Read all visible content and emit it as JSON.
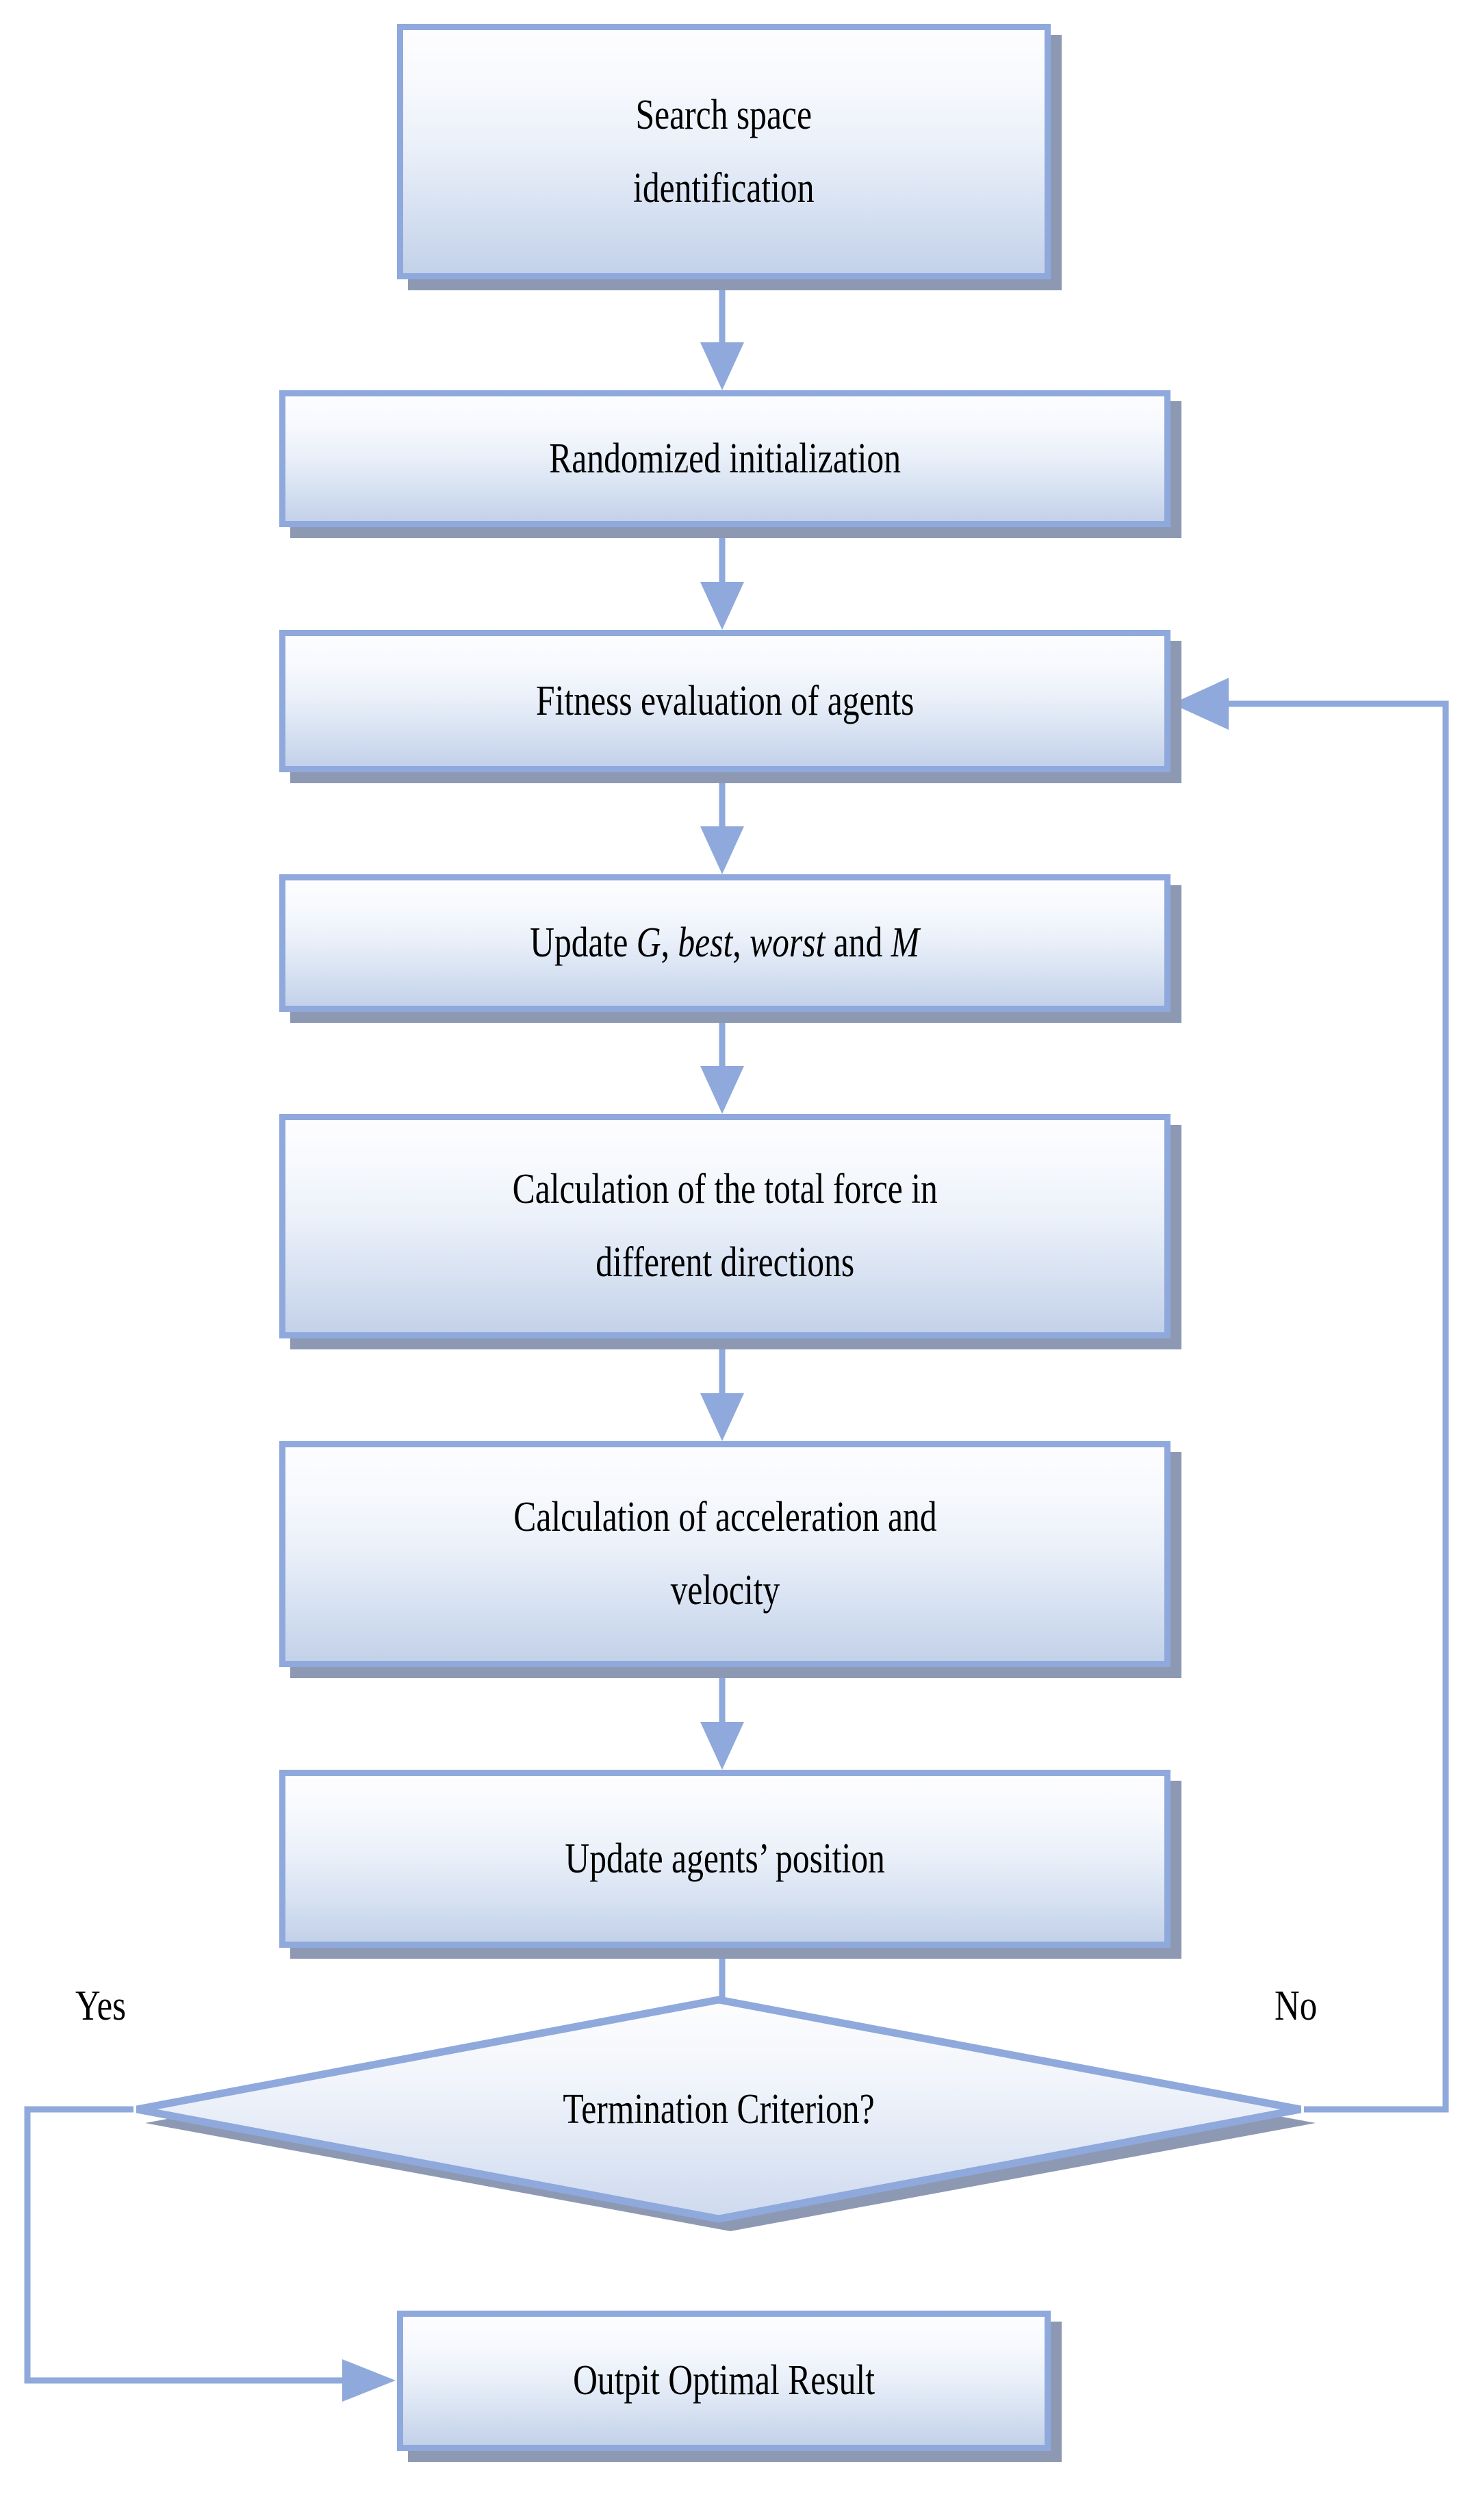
{
  "diagram": {
    "type": "flowchart",
    "title": "Gravitational Search Algorithm flowchart",
    "colors": {
      "node_border": "#8FA9DC",
      "node_fill_top": "#FDFDFE",
      "node_fill_bottom": "#C3D1E9",
      "node_shadow": "#8D99B3",
      "connector": "#8FA9DC",
      "text": "#000000",
      "background": "#FFFFFF"
    },
    "nodes": [
      {
        "id": "search-space",
        "shape": "process",
        "text": "Search space\nidentification"
      },
      {
        "id": "randomized-init",
        "shape": "process",
        "text": "Randomized initialization"
      },
      {
        "id": "fitness-eval",
        "shape": "process",
        "text": "Fitness evaluation of agents"
      },
      {
        "id": "update-params",
        "shape": "process",
        "text": "Update G, best, worst and M",
        "rich": [
          {
            "t": "Update ",
            "i": false
          },
          {
            "t": "G",
            "i": true
          },
          {
            "t": ", ",
            "i": false
          },
          {
            "t": "best",
            "i": true
          },
          {
            "t": ", ",
            "i": false
          },
          {
            "t": "worst",
            "i": true
          },
          {
            "t": " and ",
            "i": false
          },
          {
            "t": "M",
            "i": true
          }
        ]
      },
      {
        "id": "total-force",
        "shape": "process",
        "text": "Calculation of the total force in\ndifferent directions"
      },
      {
        "id": "accel-velocity",
        "shape": "process",
        "text": "Calculation of acceleration and\nvelocity"
      },
      {
        "id": "update-position",
        "shape": "process",
        "text": "Update agents’ position"
      },
      {
        "id": "termination",
        "shape": "decision",
        "text": "Termination Criterion?"
      },
      {
        "id": "output-result",
        "shape": "process",
        "text": "Outpit Optimal Result"
      }
    ],
    "branch_labels": {
      "yes": "Yes",
      "no": "No"
    },
    "edges": [
      {
        "from": "search-space",
        "to": "randomized-init",
        "label": ""
      },
      {
        "from": "randomized-init",
        "to": "fitness-eval",
        "label": ""
      },
      {
        "from": "fitness-eval",
        "to": "update-params",
        "label": ""
      },
      {
        "from": "update-params",
        "to": "total-force",
        "label": ""
      },
      {
        "from": "total-force",
        "to": "accel-velocity",
        "label": ""
      },
      {
        "from": "accel-velocity",
        "to": "update-position",
        "label": ""
      },
      {
        "from": "update-position",
        "to": "termination",
        "label": ""
      },
      {
        "from": "termination",
        "to": "output-result",
        "label": "Yes"
      },
      {
        "from": "termination",
        "to": "fitness-eval",
        "label": "No"
      }
    ]
  }
}
